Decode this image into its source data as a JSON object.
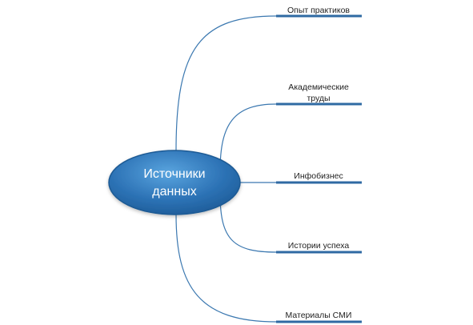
{
  "diagram": {
    "center": {
      "line1": "Источники",
      "line2": "данных"
    },
    "branches": [
      {
        "lines": [
          "Опыт практиков"
        ]
      },
      {
        "lines": [
          "Академические",
          "труды"
        ]
      },
      {
        "lines": [
          "Инфобизнес"
        ]
      },
      {
        "lines": [
          "Истории успеха"
        ]
      },
      {
        "lines": [
          "Материалы СМИ"
        ]
      }
    ],
    "colors": {
      "node_fill_light": "#4f97d3",
      "node_fill_dark": "#1f5f9c",
      "connector": "#3b78b0",
      "underline": "#2f6aa3"
    }
  }
}
